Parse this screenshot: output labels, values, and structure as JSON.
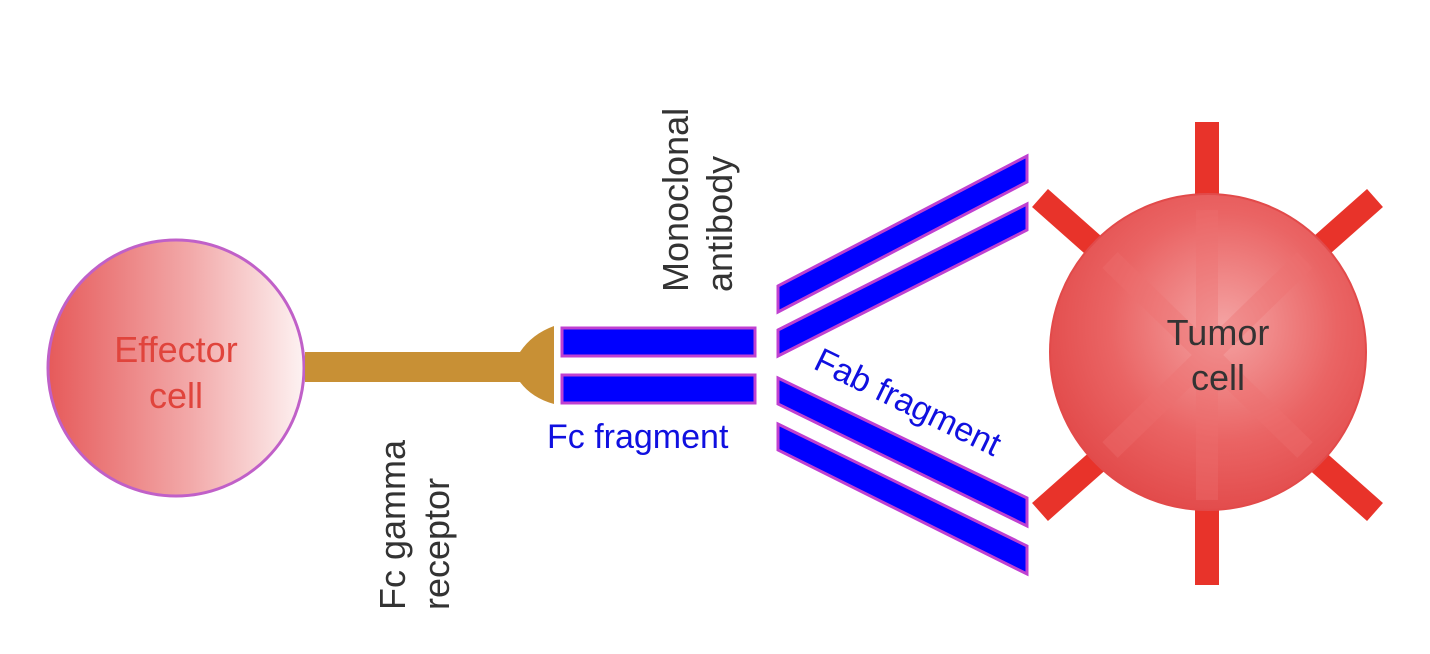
{
  "labels": {
    "effector_cell": [
      "Effector",
      "cell"
    ],
    "tumor_cell": [
      "Tumor",
      "cell"
    ],
    "fc_gamma_receptor": [
      "Fc gamma",
      "receptor"
    ],
    "monoclonal_antibody": [
      "Monoclonal",
      "antibody"
    ],
    "fc_fragment": "Fc fragment",
    "fab_fragment": "Fab fragment"
  },
  "colors": {
    "effector_text": "#e0443c",
    "label_dark": "#333333",
    "fragment_label": "#1010e0",
    "antibody_chain_fill": "#0000ff",
    "antibody_chain_border": "#c040d0",
    "receptor": "#c89035",
    "tumor_spike": "#e8332a",
    "tumor_cell": "#e64848",
    "effector_cell_edge": "#c060c8"
  }
}
